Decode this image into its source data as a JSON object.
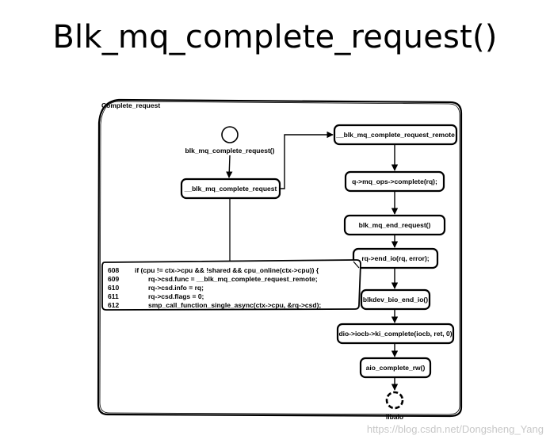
{
  "title": "Blk_mq_complete_request()",
  "frame_label": "Complete_request",
  "start_label": "blk_mq_complete_request()",
  "nodes": {
    "complete_request": "__blk_mq_complete_request",
    "complete_remote": "__blk_mq_complete_request_remote",
    "ops_complete": "q->mq_ops->complete(rq);",
    "end_request": "blk_mq_end_request()",
    "end_io": "rq->end_io(rq, error);",
    "bio_end_io": "blkdev_bio_end_io()",
    "ki_complete": "dio->iocb->ki_complete(iocb, ret, 0)",
    "aio_complete": "aio_complete_rw()"
  },
  "end_label": "libaio",
  "code": {
    "lines": [
      {
        "num": "608",
        "text": "if (cpu != ctx->cpu && !shared && cpu_online(ctx->cpu)) {"
      },
      {
        "num": "609",
        "text": "rq->csd.func = __blk_mq_complete_request_remote;"
      },
      {
        "num": "610",
        "text": "rq->csd.info = rq;"
      },
      {
        "num": "611",
        "text": "rq->csd.flags = 0;"
      },
      {
        "num": "612",
        "text": "smp_call_function_single_async(ctx->cpu, &rq->csd);"
      }
    ]
  },
  "watermark": "https://blog.csdn.net/Dongsheng_Yang"
}
